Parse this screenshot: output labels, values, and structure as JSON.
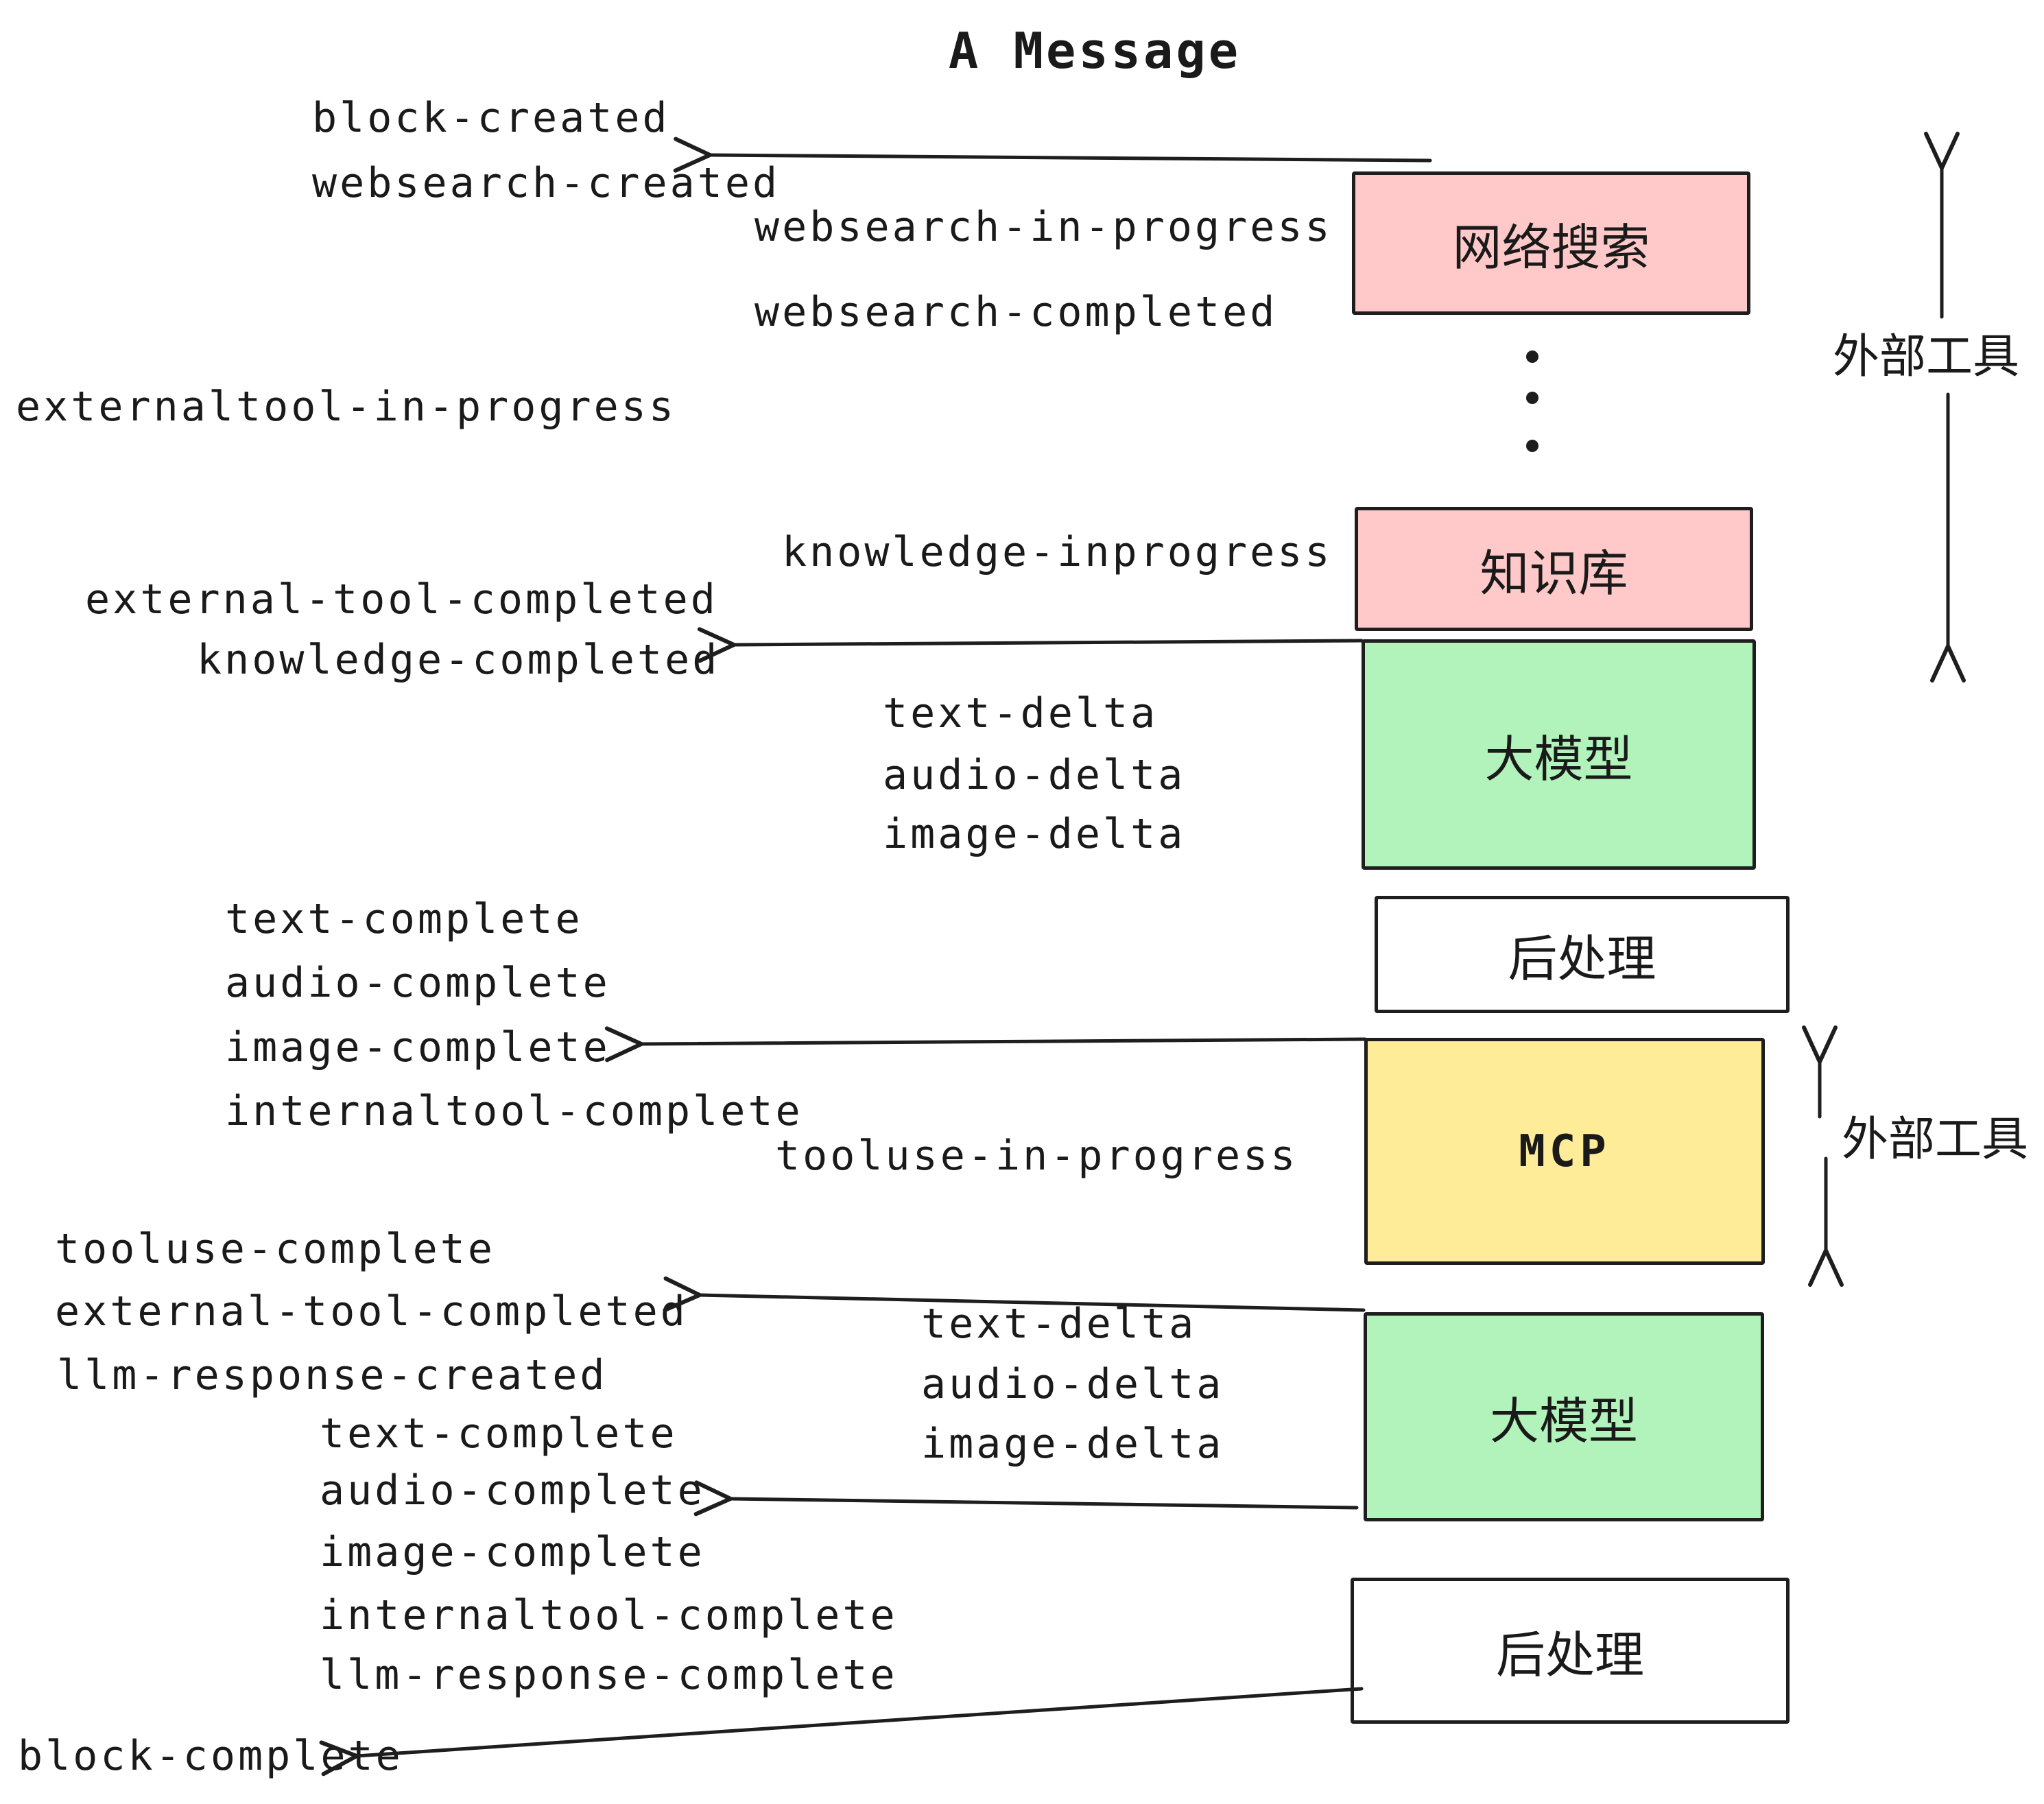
{
  "title": "A Message",
  "colors": {
    "pink": "#ffc9c9",
    "green": "#b2f2bb",
    "yellow": "#ffec99",
    "white": "#ffffff",
    "stroke": "#1e1e1e",
    "text": "#1a1a1a"
  },
  "boxes": [
    {
      "id": "websearch",
      "label": "网络搜索",
      "color": "pink"
    },
    {
      "id": "knowledge",
      "label": "知识库",
      "color": "pink"
    },
    {
      "id": "llm-1",
      "label": "大模型",
      "color": "green"
    },
    {
      "id": "post-1",
      "label": "后处理",
      "color": "white"
    },
    {
      "id": "mcp",
      "label": "MCP",
      "color": "yellow"
    },
    {
      "id": "llm-2",
      "label": "大模型",
      "color": "green"
    },
    {
      "id": "post-2",
      "label": "后处理",
      "color": "white"
    }
  ],
  "annotations": [
    {
      "id": "external-tools-1",
      "label": "外部工具"
    },
    {
      "id": "external-tools-2",
      "label": "外部工具"
    }
  ],
  "events": [
    {
      "id": "block-created",
      "text": "block-created"
    },
    {
      "id": "websearch-created",
      "text": "websearch-created"
    },
    {
      "id": "websearch-in-progress",
      "text": "websearch-in-progress"
    },
    {
      "id": "websearch-completed",
      "text": "websearch-completed"
    },
    {
      "id": "externaltool-in-progress",
      "text": "externaltool-in-progress"
    },
    {
      "id": "knowledge-inprogress",
      "text": "knowledge-inprogress"
    },
    {
      "id": "external-tool-completed-1",
      "text": "external-tool-completed"
    },
    {
      "id": "knowledge-completed",
      "text": "knowledge-completed"
    },
    {
      "id": "text-delta-1",
      "text": "text-delta"
    },
    {
      "id": "audio-delta-1",
      "text": "audio-delta"
    },
    {
      "id": "image-delta-1",
      "text": "image-delta"
    },
    {
      "id": "text-complete-1",
      "text": "text-complete"
    },
    {
      "id": "audio-complete-1",
      "text": "audio-complete"
    },
    {
      "id": "image-complete-1",
      "text": "image-complete"
    },
    {
      "id": "internaltool-complete-1",
      "text": "internaltool-complete"
    },
    {
      "id": "tooluse-in-progress",
      "text": "tooluse-in-progress"
    },
    {
      "id": "tooluse-complete",
      "text": "tooluse-complete"
    },
    {
      "id": "external-tool-completed-2",
      "text": "external-tool-completed"
    },
    {
      "id": "llm-response-created",
      "text": "llm-response-created"
    },
    {
      "id": "text-delta-2",
      "text": "text-delta"
    },
    {
      "id": "audio-delta-2",
      "text": "audio-delta"
    },
    {
      "id": "image-delta-2",
      "text": "image-delta"
    },
    {
      "id": "text-complete-2",
      "text": "text-complete"
    },
    {
      "id": "audio-complete-2",
      "text": "audio-complete"
    },
    {
      "id": "image-complete-2",
      "text": "image-complete"
    },
    {
      "id": "internaltool-complete-2",
      "text": "internaltool-complete"
    },
    {
      "id": "llm-response-complete",
      "text": "llm-response-complete"
    },
    {
      "id": "block-complete",
      "text": "block-complete"
    }
  ]
}
